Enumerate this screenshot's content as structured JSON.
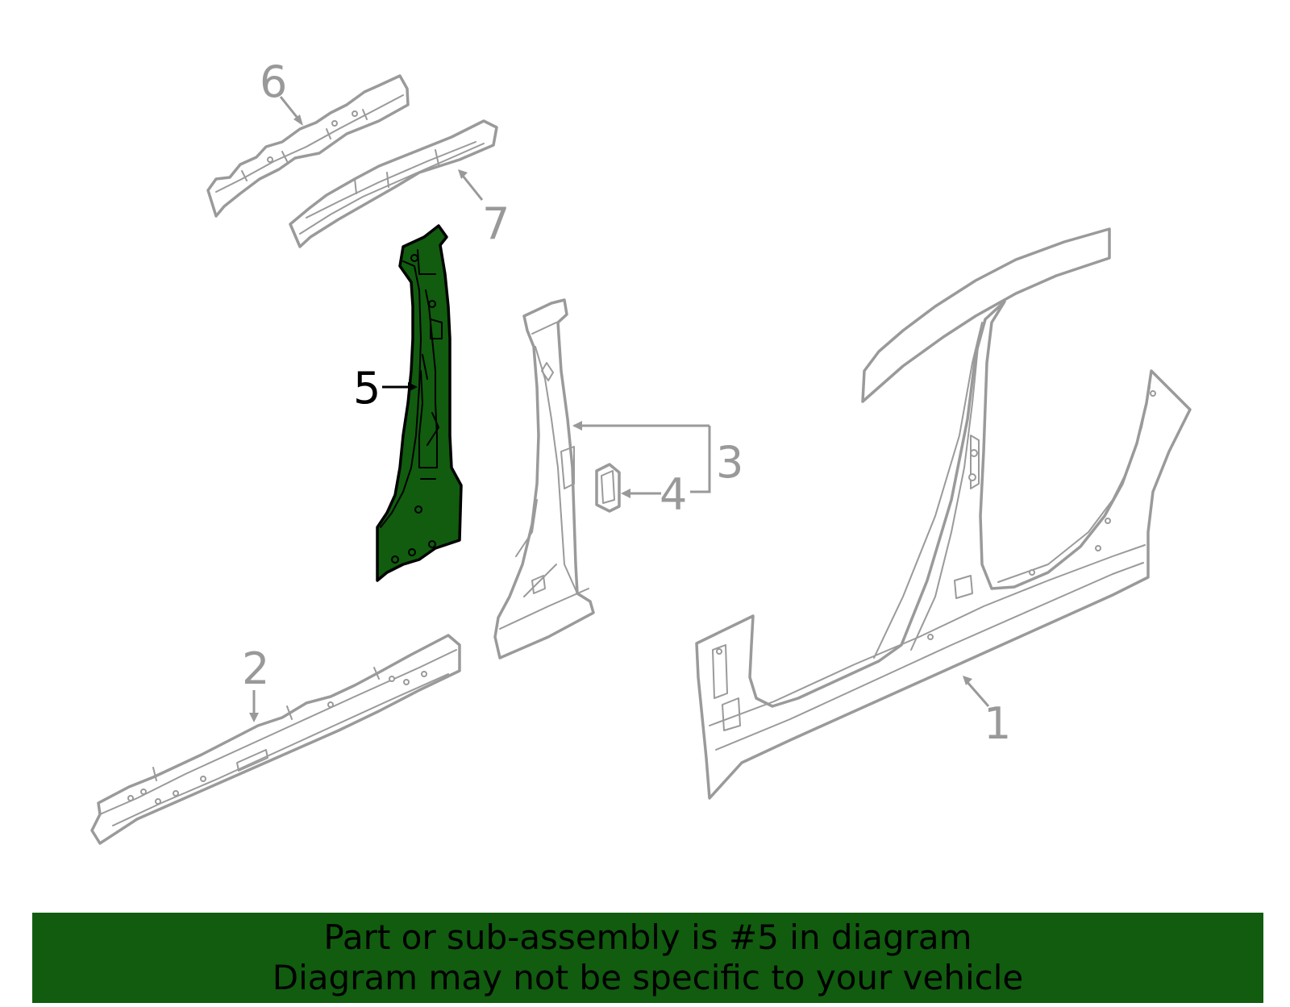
{
  "diagram": {
    "callouts": {
      "part_1": "1",
      "part_2": "2",
      "part_3": "3",
      "part_4": "4",
      "part_5": "5",
      "part_6": "6",
      "part_7": "7"
    },
    "highlighted_part": "5",
    "colors": {
      "highlight_fill": "#115c0f",
      "outline": "#9a9a9a",
      "callout_text": "#999999",
      "active_callout_text": "#000000"
    }
  },
  "banner": {
    "line1": "Part or sub-assembly is #5 in diagram",
    "line2": "Diagram may not be specific to your vehicle",
    "background": "#115c0f"
  }
}
